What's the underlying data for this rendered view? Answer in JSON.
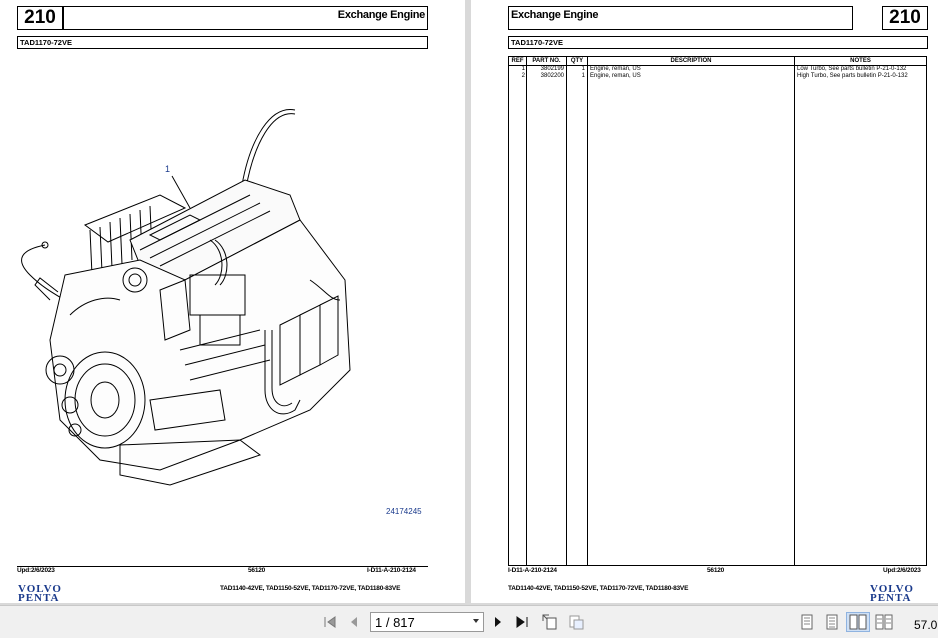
{
  "document": {
    "section_number": "210",
    "section_title": "Exchange Engine",
    "model": "TAD1170-72VE",
    "callout": "1",
    "illustration_id": "24174245",
    "footer": {
      "updated": "Upd:2/6/2023",
      "code": "56120",
      "ref_left": "I-D11-A-210-2124",
      "models": "TAD1140-42VE, TAD1150-52VE, TAD1170-72VE, TAD1180-83VE",
      "logo_line1": "VOLVO",
      "logo_line2": "PENTA"
    },
    "table": {
      "headers": {
        "ref": "REF",
        "part": "PART NO.",
        "qty": "QTY",
        "desc": "DESCRIPTION",
        "notes": "NOTES"
      },
      "rows": [
        {
          "ref": "1",
          "part": "3802199",
          "qty": "1",
          "desc": "Engine, reman, US",
          "notes": "Low Turbo, See parts bulletin P-21-0-132"
        },
        {
          "ref": "2",
          "part": "3802200",
          "qty": "1",
          "desc": "Engine, reman, US",
          "notes": "High Turbo, See parts bulletin P-21-0-132"
        }
      ]
    }
  },
  "toolbar": {
    "page_indicator": "1 / 817",
    "zoom": "57.0"
  }
}
